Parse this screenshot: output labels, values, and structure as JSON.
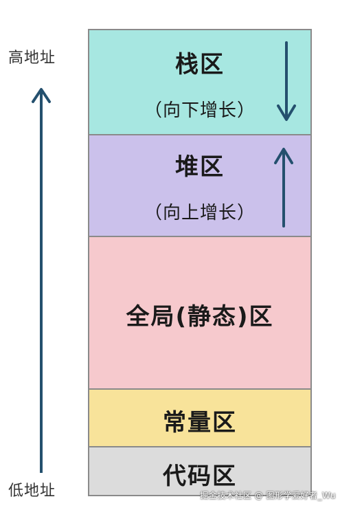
{
  "address_axis": {
    "high_label": "高地址",
    "low_label": "低地址",
    "direction": "up",
    "color": "#24506e"
  },
  "segments": [
    {
      "name": "栈区",
      "note": "（向下增长）",
      "color": "#a7e7e1",
      "arrow": "down"
    },
    {
      "name": "堆区",
      "note": "（向上增长）",
      "color": "#cbc1eb",
      "arrow": "up"
    },
    {
      "name": "全局(静态)区",
      "color": "#f6c9cd"
    },
    {
      "name": "常量区",
      "color": "#f8e39a"
    },
    {
      "name": "代码区",
      "color": "#dcdcdc"
    }
  ],
  "watermark": "掘金技术社区 @ 图形学爱好者_Wu"
}
